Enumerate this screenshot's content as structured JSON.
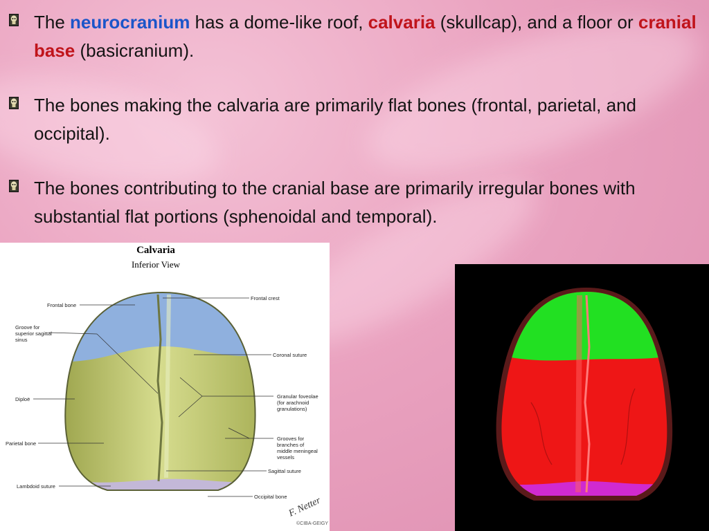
{
  "bullets": [
    {
      "parts": [
        "The ",
        "neurocranium",
        " has a dome-like roof, ",
        "calvaria",
        " (skullcap), and a floor or ",
        "cranial base",
        " (basicranium)."
      ]
    },
    {
      "text": "The bones making the calvaria are primarily flat bones (frontal, parietal, and occipital)."
    },
    {
      "text": "The bones contributing to the cranial base are primarily irregular bones with substantial flat portions (sphenoidal and temporal)."
    }
  ],
  "figure": {
    "title": "Calvaria",
    "subtitle": "Inferior View",
    "labels": {
      "frontal_bone": "Frontal bone",
      "groove_line1": "Groove for",
      "groove_line2": "superior sagittal",
      "groove_line3": "sinus",
      "diploe": "Diploë",
      "parietal_bone": "Parietal bone",
      "lambdoid_suture": "Lambdoid suture",
      "frontal_crest": "Frontal crest",
      "coronal_suture": "Coronal suture",
      "granular_line1": "Granular foveolae",
      "granular_line2": "(for arachnoid",
      "granular_line3": "granulations)",
      "grooves_line1": "Grooves for",
      "grooves_line2": "branches of",
      "grooves_line3": "middle meningeal",
      "grooves_line4": "vessels",
      "sagittal_suture": "Sagittal suture",
      "occipital_bone": "Occipital bone"
    },
    "signature": "F. Netter",
    "copyright": "©CIBA-GEIGY"
  },
  "colors": {
    "highlight_blue": "#1b55c9",
    "highlight_red": "#c0141b",
    "frontal_blue": "#8fb0de",
    "parietal_olive": "#b8c066",
    "occipital_lavender": "#c3b8d8",
    "seg_green": "#22e022",
    "seg_red": "#ee1616",
    "seg_magenta": "#d02ad0"
  }
}
